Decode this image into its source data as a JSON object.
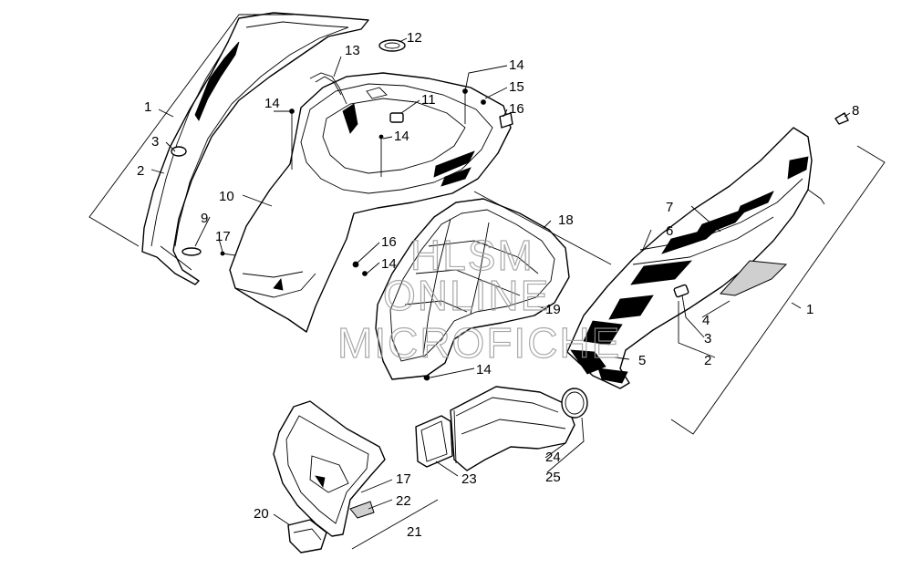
{
  "callouts": [
    {
      "id": "c1a",
      "text": "1"
    },
    {
      "id": "c3a",
      "text": "3"
    },
    {
      "id": "c2a",
      "text": "2"
    },
    {
      "id": "c9",
      "text": "9"
    },
    {
      "id": "c17a",
      "text": "17"
    },
    {
      "id": "c10",
      "text": "10"
    },
    {
      "id": "c14a",
      "text": "14"
    },
    {
      "id": "c13",
      "text": "13"
    },
    {
      "id": "c12",
      "text": "12"
    },
    {
      "id": "c11",
      "text": "11"
    },
    {
      "id": "c14b",
      "text": "14"
    },
    {
      "id": "c14c",
      "text": "14"
    },
    {
      "id": "c15",
      "text": "15"
    },
    {
      "id": "c16a",
      "text": "16"
    },
    {
      "id": "c18",
      "text": "18"
    },
    {
      "id": "c16b",
      "text": "16"
    },
    {
      "id": "c14d",
      "text": "14"
    },
    {
      "id": "c19",
      "text": "19"
    },
    {
      "id": "c14e",
      "text": "14"
    },
    {
      "id": "c8",
      "text": "8"
    },
    {
      "id": "c7",
      "text": "7"
    },
    {
      "id": "c6",
      "text": "6"
    },
    {
      "id": "c1b",
      "text": "1"
    },
    {
      "id": "c4",
      "text": "4"
    },
    {
      "id": "c3b",
      "text": "3"
    },
    {
      "id": "c2b",
      "text": "2"
    },
    {
      "id": "c5",
      "text": "5"
    },
    {
      "id": "c24",
      "text": "24"
    },
    {
      "id": "c25",
      "text": "25"
    },
    {
      "id": "c23",
      "text": "23"
    },
    {
      "id": "c17b",
      "text": "17"
    },
    {
      "id": "c22",
      "text": "22"
    },
    {
      "id": "c20",
      "text": "20"
    },
    {
      "id": "c21",
      "text": "21"
    }
  ],
  "watermark": {
    "line1": "HLSM",
    "line2": "ONLINE",
    "line3": "MICROFICHE"
  }
}
